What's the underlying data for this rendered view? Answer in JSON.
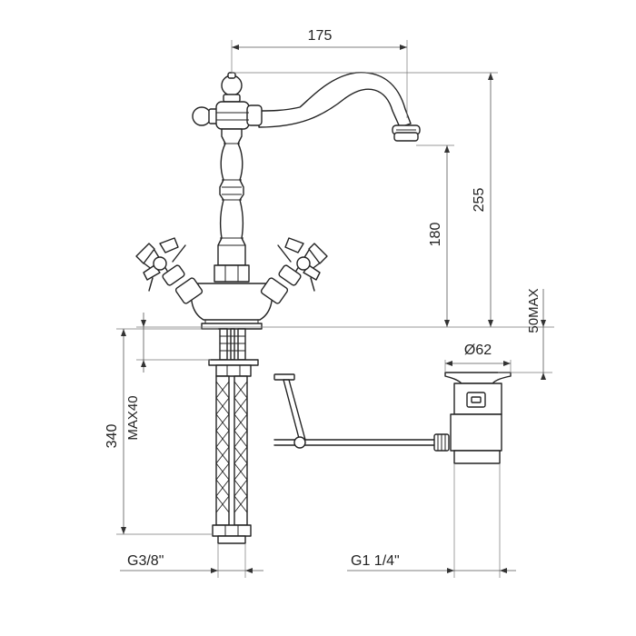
{
  "dimensions": {
    "spout_reach": "175",
    "total_height": "255",
    "spout_height": "180",
    "hose_length": "340",
    "deck_thickness_max": "MAX40",
    "drain_height_max": "50MAX",
    "drain_diameter": "Ø62",
    "hose_thread": "G3/8\"",
    "drain_thread": "G1 1/4\""
  }
}
